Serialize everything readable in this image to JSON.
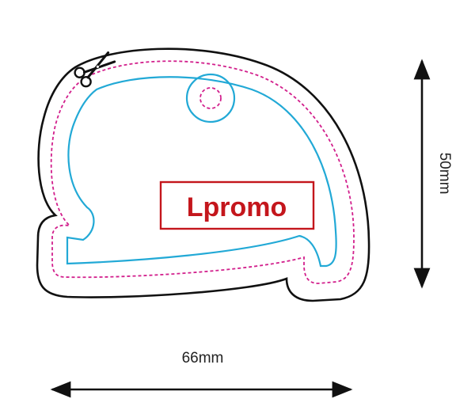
{
  "diagram": {
    "logo": {
      "text": "Lpromo",
      "color": "#c4161c"
    },
    "height_dimension": {
      "label": "50mm"
    },
    "width_dimension": {
      "label": "66mm"
    },
    "colors": {
      "outline": "#111111",
      "cut_line": "#d21f8c",
      "safe_line": "#22a9d6",
      "hole": "#22a9d6",
      "arrow": "#111111"
    },
    "icons": [
      "scissors-icon"
    ]
  }
}
